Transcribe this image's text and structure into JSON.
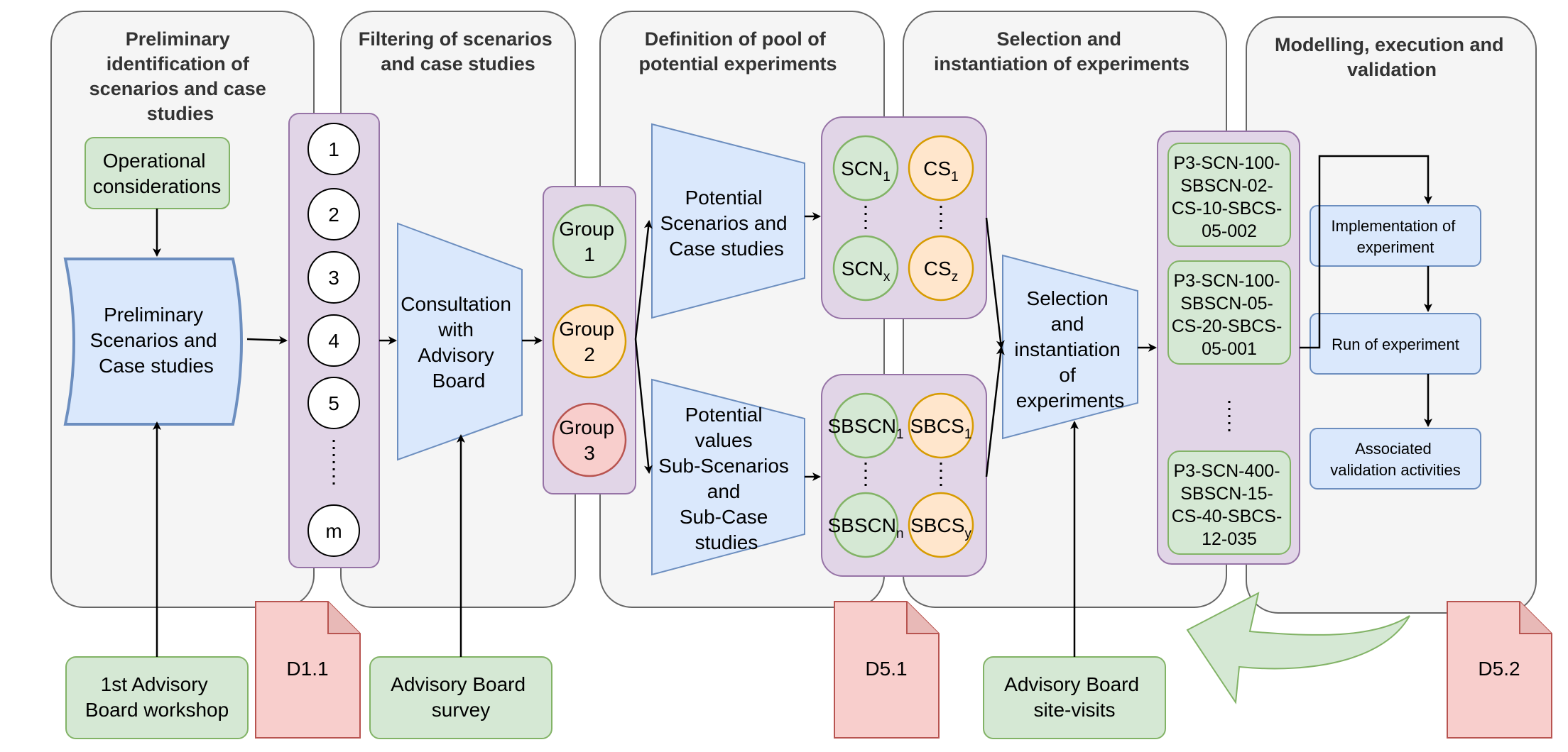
{
  "phases": [
    {
      "title_lines": [
        "Preliminary",
        "identification of",
        "scenarios and case",
        "studies"
      ]
    },
    {
      "title_lines": [
        "Filtering of scenarios",
        "and case studies"
      ]
    },
    {
      "title_lines": [
        "Definition of pool of",
        "potential experiments"
      ]
    },
    {
      "title_lines": [
        "Selection and",
        "instantiation of experiments"
      ]
    },
    {
      "title_lines": [
        "Modelling, execution and",
        "validation"
      ]
    }
  ],
  "operational": [
    "Operational",
    "considerations"
  ],
  "preliminary_doc": [
    "Preliminary",
    "Scenarios and",
    "Case studies"
  ],
  "numbers": [
    "1",
    "2",
    "3",
    "4",
    "5",
    "m"
  ],
  "consultation": [
    "Consultation",
    "with",
    "Advisory",
    "Board"
  ],
  "groups": [
    {
      "label": [
        "Group",
        "1"
      ],
      "color": "#d5e8d4",
      "stroke": "#82b366"
    },
    {
      "label": [
        "Group",
        "2"
      ],
      "color": "#ffe6cc",
      "stroke": "#d79b00"
    },
    {
      "label": [
        "Group",
        "3"
      ],
      "color": "#f8cecc",
      "stroke": "#b85450"
    }
  ],
  "potential_scenarios": [
    "Potential",
    "Scenarios and",
    "Case studies"
  ],
  "potential_sub": [
    "Potential",
    "values",
    "Sub-Scenarios",
    "and",
    "Sub-Case",
    "studies"
  ],
  "scn": {
    "first": "SCN",
    "first_sub": "1",
    "last": "SCN",
    "last_sub": "x"
  },
  "cs": {
    "first": "CS",
    "first_sub": "1",
    "last": "CS",
    "last_sub": "z"
  },
  "sbscn": {
    "first": "SBSCN",
    "first_sub": "1",
    "last": "SBSCN",
    "last_sub": "n"
  },
  "sbcs": {
    "first": "SBCS",
    "first_sub": "1",
    "last": "SBCS",
    "last_sub": "y"
  },
  "selection": [
    "Selection",
    "and",
    "instantiation",
    "of",
    "experiments"
  ],
  "experiments": [
    [
      "P3-SCN-100-",
      "SBSCN-02-",
      "CS-10-SBCS-",
      "05-002"
    ],
    [
      "P3-SCN-100-",
      "SBSCN-05-",
      "CS-20-SBCS-",
      "05-001"
    ],
    [
      "P3-SCN-400-",
      "SBSCN-15-",
      "CS-40-SBCS-",
      "12-035"
    ]
  ],
  "execution_steps": [
    [
      "Implementation of",
      "experiment"
    ],
    [
      "Run of experiment"
    ],
    [
      "Associated",
      "validation activities"
    ]
  ],
  "inputs": [
    [
      "1st Advisory",
      "Board workshop"
    ],
    [
      "Advisory Board",
      "survey"
    ],
    [
      "Advisory Board",
      "site-visits"
    ]
  ],
  "deliverables": [
    "D1.1",
    "D5.1",
    "D5.2"
  ],
  "colors": {
    "phase_fill": "#f5f5f5",
    "phase_stroke": "#666666",
    "purple_fill": "#e1d5e7",
    "purple_stroke": "#9673a6",
    "blue_fill": "#dae8fc",
    "blue_stroke": "#6c8ebf",
    "green_fill": "#d5e8d4",
    "green_stroke": "#82b366",
    "orange_fill": "#ffe6cc",
    "orange_stroke": "#d79b00",
    "red_fill": "#f8cecc",
    "red_stroke": "#b85450"
  }
}
